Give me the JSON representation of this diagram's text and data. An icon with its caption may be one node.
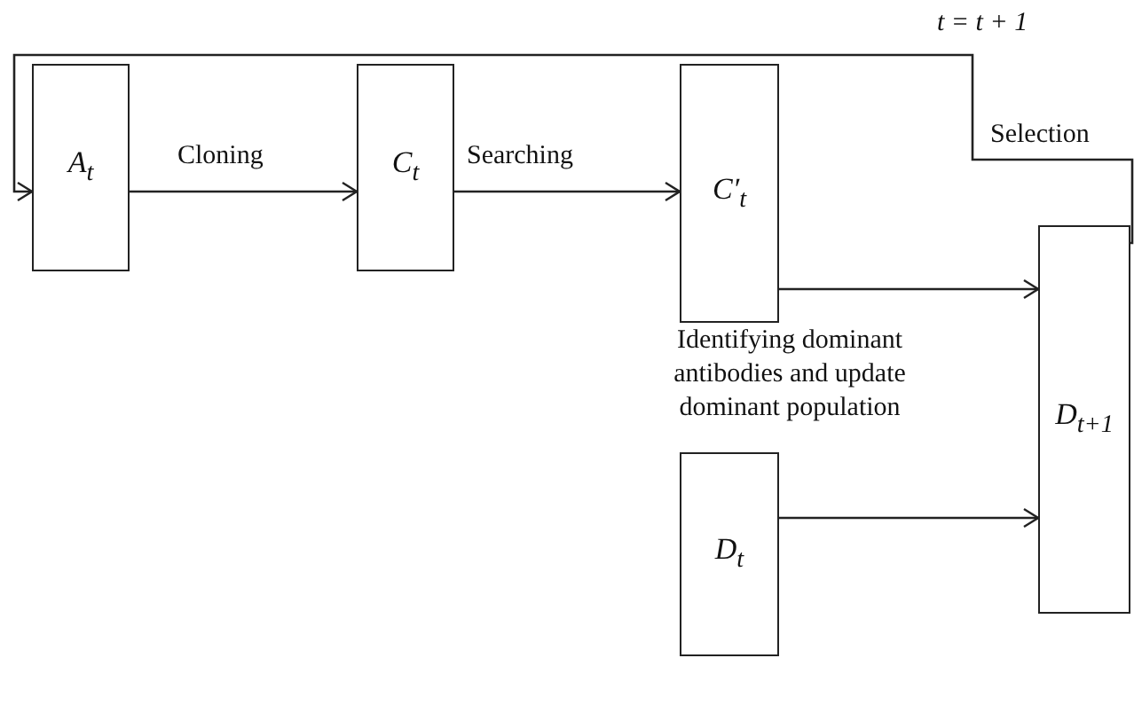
{
  "diagram": {
    "nodes": [
      {
        "text": [
          "A$_{t}$"
        ]
      },
      {
        "text": [
          "C$_{t}$"
        ]
      },
      {
        "text": [
          "C′$_{t}$"
        ]
      },
      {
        "text": [
          "D$_{t}$"
        ]
      },
      {
        "text": [
          "D$_{t+1}$"
        ]
      }
    ],
    "edges": [
      {
        "from": 0,
        "to": 1,
        "arrow": "to",
        "label": "Cloning"
      },
      {
        "from": 1,
        "to": 2,
        "arrow": "to",
        "label": "Searching"
      },
      {
        "from": 2,
        "to": 4,
        "arrow": "to"
      },
      {
        "from": 3,
        "to": 4,
        "arrow": "to"
      },
      {
        "from": 4,
        "to": 0,
        "arrow": "to",
        "label": "Selection"
      }
    ],
    "labels": [
      "t = t + 1",
      "Identifying dominant antibodies and update dominant population"
    ]
  }
}
